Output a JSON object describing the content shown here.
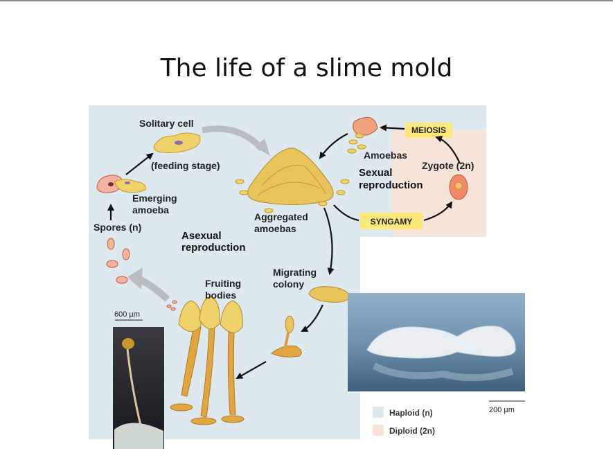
{
  "title": "The life of a slime mold",
  "labels": {
    "solitary_cell": "Solitary cell",
    "feeding_stage": "(feeding stage)",
    "emerging_1": "Emerging",
    "emerging_2": "amoeba",
    "spores": "Spores (n)",
    "asexual_1": "Asexual",
    "asexual_2": "reproduction",
    "aggregated_1": "Aggregated",
    "aggregated_2": "amoebas",
    "amoebas": "Amoebas",
    "sexual_1": "Sexual",
    "sexual_2": "reproduction",
    "zygote": "Zygote (2n)",
    "migrating_1": "Migrating",
    "migrating_2": "colony",
    "fruiting_1": "Fruiting",
    "fruiting_2": "bodies"
  },
  "boxes": {
    "meiosis": "MEIOSIS",
    "syngamy": "SYNGAMY"
  },
  "scale_bars": {
    "left": "600 µm",
    "right": "200 µm"
  },
  "legend": [
    {
      "label": "Haploid (n)",
      "color": "#dde8ef"
    },
    {
      "label": "Diploid (2n)",
      "color": "#f6e4d8"
    }
  ],
  "colors": {
    "haploid_bg": "#dde8ef",
    "diploid_bg": "#f6e4d8",
    "box_fill": "#fbe77a",
    "cell_yellow": "#f0d26a",
    "cell_outline": "#c59a2a",
    "spore_fill": "#f3b3a0",
    "zygote_fill": "#f08a6a"
  }
}
